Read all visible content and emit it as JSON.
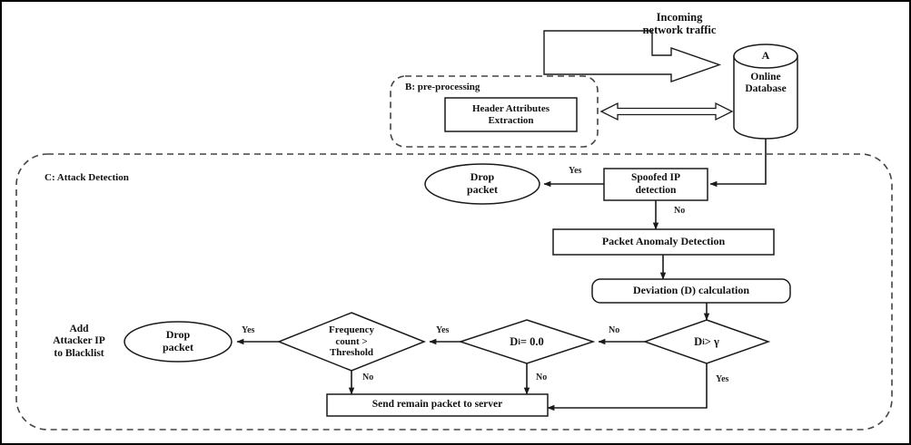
{
  "diagram": {
    "title": "DDoS attack detection flowchart",
    "sections": [
      {
        "id": "A",
        "label": "A"
      },
      {
        "id": "B",
        "label": "B: pre-processing"
      },
      {
        "id": "C",
        "label": "C: Attack Detection"
      }
    ],
    "nodes": {
      "incoming_traffic": "Incoming\nnetwork traffic",
      "database_tag": "A",
      "database": "Online\nDatabase",
      "header_extraction": "Header Attributes\nExtraction",
      "drop_packet_top": "Drop\npacket",
      "spoofed_ip": "Spoofed IP\ndetection",
      "packet_anomaly": "Packet Anomaly Detection",
      "deviation": "Deviation (D) calculation",
      "decision_threshold_gamma": "D",
      "decision_threshold_gamma_sub": "i",
      "decision_threshold_gamma_rest": " > γ",
      "decision_zero": "D",
      "decision_zero_sub": "i",
      "decision_zero_rest": " = 0.0",
      "frequency": "Frequency\ncount >\nThreshold",
      "drop_packet_bottom": "Drop\npacket",
      "add_blacklist": "Add\nAttacker IP\nto Blacklist",
      "send_remain": "Send remain packet to server"
    },
    "edge_labels": {
      "spoofed_yes": "Yes",
      "spoofed_no": "No",
      "gamma_no": "No",
      "gamma_yes": "Yes",
      "zero_yes": "Yes",
      "zero_no": "No",
      "freq_yes": "Yes",
      "freq_no": "No"
    },
    "colors": {
      "stroke": "#1a1a1a",
      "text": "#111111",
      "background": "#ffffff",
      "dashed_boundary": "#444444"
    }
  }
}
